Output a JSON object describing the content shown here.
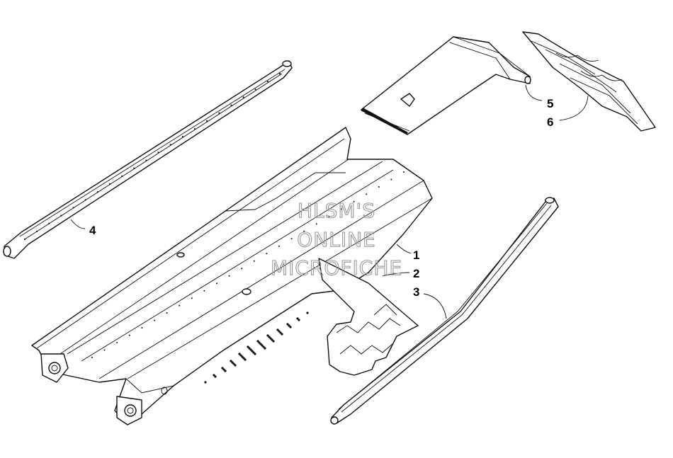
{
  "watermark": {
    "line1": "HLSM'S",
    "line2": "ONLINE",
    "line3": "MICROFICHE"
  },
  "callouts": [
    {
      "id": "1",
      "label": "1"
    },
    {
      "id": "2",
      "label": "2"
    },
    {
      "id": "3",
      "label": "3"
    },
    {
      "id": "4",
      "label": "4"
    },
    {
      "id": "5",
      "label": "5"
    },
    {
      "id": "6",
      "label": "6"
    }
  ]
}
